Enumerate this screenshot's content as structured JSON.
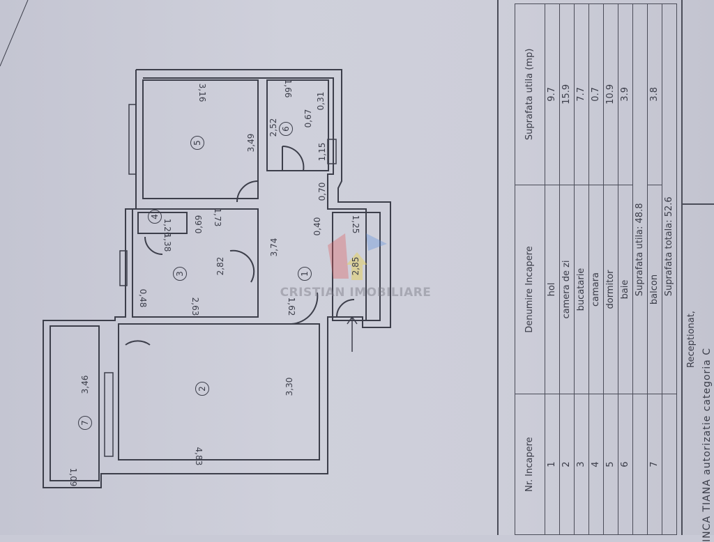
{
  "plan": {
    "rooms": [
      "1",
      "2",
      "3",
      "4",
      "5",
      "6",
      "7"
    ],
    "dimensions": {
      "d316": "3,16",
      "d349": "3,49",
      "d166": "1,66",
      "d252": "2,52",
      "d067": "0,67",
      "d031": "0,31",
      "d115": "1,15",
      "d070": "0,70",
      "d173": "1,73",
      "d069": "0,69",
      "d126": "1,26",
      "d138": "1,38",
      "d374": "3,74",
      "d040": "0,40",
      "d125": "1,25",
      "d285": "2,85",
      "d282": "2,82",
      "d048": "0,48",
      "d263": "2,63",
      "d162": "1,62",
      "d330": "3,30",
      "d483": "4,83",
      "d346": "3,46",
      "d109": "1,09"
    },
    "watermark": "CRISTIAN IMOBILIARE"
  },
  "table": {
    "headers": {
      "nr": "Nr. Incapere",
      "name": "Denumire Incapere",
      "area": "Suprafata utila (mp)"
    },
    "rows": [
      {
        "nr": "1",
        "name": "hol",
        "area": "9.7"
      },
      {
        "nr": "2",
        "name": "camera de zi",
        "area": "15.9"
      },
      {
        "nr": "3",
        "name": "bucatarie",
        "area": "7.7"
      },
      {
        "nr": "4",
        "name": "camara",
        "area": "0.7"
      },
      {
        "nr": "5",
        "name": "dormitor",
        "area": "10.9"
      },
      {
        "nr": "6",
        "name": "baie",
        "area": "3.9"
      }
    ],
    "useful_total": "Suprafata utila:  48.8",
    "balcony": {
      "nr": "7",
      "name": "balcon",
      "area": "3.8"
    },
    "grand_total": "Suprafata totala:  52.6",
    "received": "Receptionat,",
    "footer": "INCA TIANA autorizatie categoria C"
  }
}
